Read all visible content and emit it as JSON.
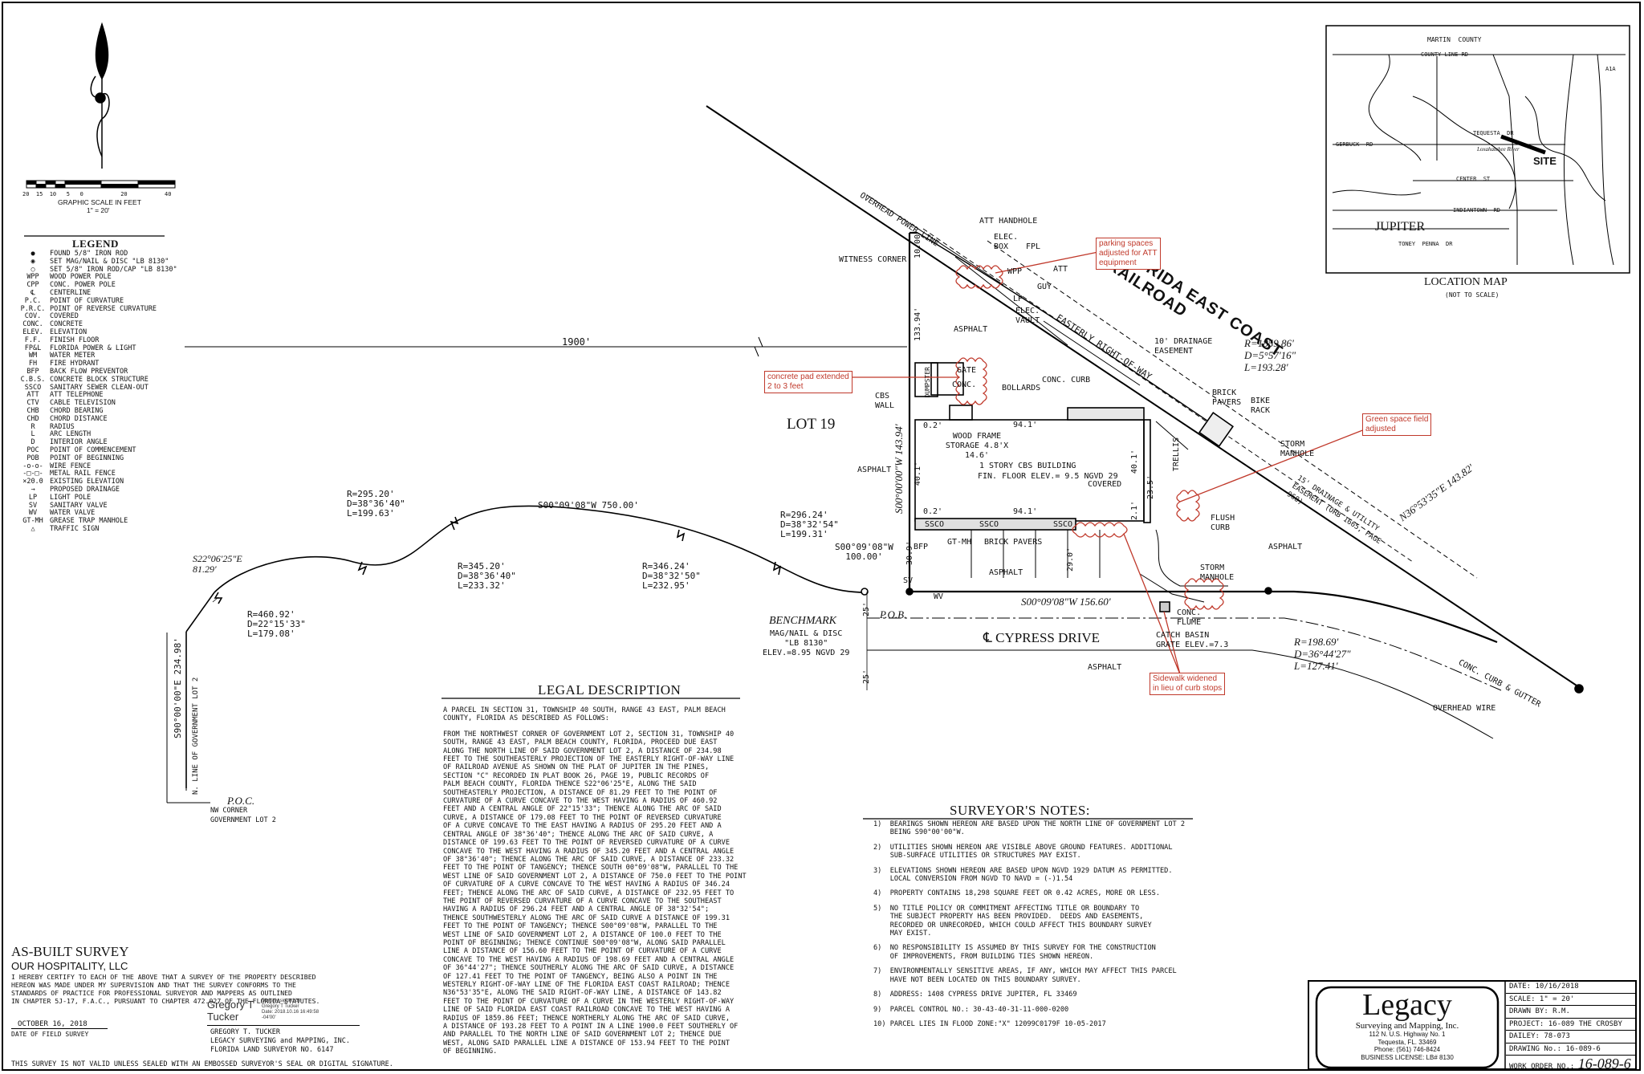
{
  "scale": {
    "ticks": "20  15  10   5   0           20           40",
    "title": "GRAPHIC SCALE IN FEET",
    "ratio": "1\" = 20'"
  },
  "legend": {
    "title": "LEGEND",
    "items": [
      {
        "sym": "●",
        "text": "FOUND 5/8\" IRON ROD"
      },
      {
        "sym": "◉",
        "text": "SET MAG/NAIL & DISC \"LB 8130\""
      },
      {
        "sym": "○",
        "text": "SET 5/8\" IRON ROD/CAP \"LB 8130\""
      },
      {
        "sym": "WPP",
        "text": "WOOD POWER POLE"
      },
      {
        "sym": "CPP",
        "text": "CONC. POWER POLE"
      },
      {
        "sym": "℄",
        "text": "CENTERLINE"
      },
      {
        "sym": "P.C.",
        "text": "POINT OF CURVATURE"
      },
      {
        "sym": "P.R.C.",
        "text": "POINT OF REVERSE CURVATURE"
      },
      {
        "sym": "COV.",
        "text": "COVERED"
      },
      {
        "sym": "CONC.",
        "text": "CONCRETE"
      },
      {
        "sym": "ELEV.",
        "text": "ELEVATION"
      },
      {
        "sym": "F.F.",
        "text": "FINISH FLOOR"
      },
      {
        "sym": "FP&L",
        "text": "FLORIDA POWER & LIGHT"
      },
      {
        "sym": "WM",
        "text": "WATER METER"
      },
      {
        "sym": "FH",
        "text": "FIRE HYDRANT"
      },
      {
        "sym": "BFP",
        "text": "BACK FLOW PREVENTOR"
      },
      {
        "sym": "C.B.S.",
        "text": "CONCRETE BLOCK STRUCTURE"
      },
      {
        "sym": "SSCO",
        "text": "SANITARY SEWER CLEAN-OUT"
      },
      {
        "sym": "ATT",
        "text": "ATT TELEPHONE"
      },
      {
        "sym": "CTV",
        "text": "CABLE TELEVISION"
      },
      {
        "sym": "CHB",
        "text": "CHORD BEARING"
      },
      {
        "sym": "CHD",
        "text": "CHORD DISTANCE"
      },
      {
        "sym": "R",
        "text": "RADIUS"
      },
      {
        "sym": "L",
        "text": "ARC LENGTH"
      },
      {
        "sym": "D",
        "text": "INTERIOR ANGLE"
      },
      {
        "sym": "POC",
        "text": "POINT OF COMMENCEMENT"
      },
      {
        "sym": "POB",
        "text": "POINT OF BEGINNING"
      },
      {
        "sym": "-o-o-",
        "text": "WIRE FENCE"
      },
      {
        "sym": "-□-□-",
        "text": "METAL RAIL FENCE"
      },
      {
        "sym": "×20.0",
        "text": "EXISTING ELEVATION"
      },
      {
        "sym": "→",
        "text": "PROPOSED DRAINAGE"
      },
      {
        "sym": "LP",
        "text": "LIGHT POLE"
      },
      {
        "sym": "SV",
        "text": "SANITARY VALVE"
      },
      {
        "sym": "WV",
        "text": "WATER VALVE"
      },
      {
        "sym": "GT-MH",
        "text": "GREASE TRAP MANHOLE"
      },
      {
        "sym": "△",
        "text": "TRAFFIC SIGN"
      }
    ]
  },
  "plan": {
    "distance_1900": "1900'",
    "lot": "LOT 19",
    "railroad": "FLORIDA EAST COAST RAILROAD",
    "row": "EASTERLY RIGHT-OF-WAY",
    "power_line": "OVERHEAD POWER LINE",
    "witness": "WITNESS CORNER",
    "att_handhole": "ATT HANDHOLE",
    "elec_box": "ELEC. BOX",
    "fpl": "FPL",
    "att": "ATT",
    "wpp": "WPP",
    "guy": "GUY",
    "lp": "LP",
    "elec_vault": "ELEC. VAULT",
    "asphalt": "ASPHALT",
    "drainage_easement": "10' DRAINAGE EASEMENT",
    "curve1": "R=1859.86'\nD=5°57'16\"\nL=193.28'",
    "conc_curb": "CONC. CURB",
    "brick_pavers": "BRICK PAVERS",
    "bike_rack": "BIKE RACK",
    "bollards": "BOLLARDS",
    "gate": "GATE",
    "conc": "CONC.",
    "dumpster": "DUMPSTER",
    "cbs_wall": "CBS WALL",
    "dim_941": "94.1'",
    "dim_02": "0.2'",
    "dim_401": "40.1'",
    "storage": "WOOD FRAME STORAGE 4.8'X 14.6'",
    "building": "1 STORY CBS BUILDING",
    "ffe": "FIN. FLOOR ELEV.= 9.5 NGVD 29",
    "covered": "COVERED",
    "trellis": "TRELLIS",
    "storm_manhole": "STORM MANHOLE",
    "util_easement": "15' DRAINAGE & UTILITY EASEMENT (ORB 1665, PAGE 968)",
    "east_line": "N36°53'35\"E 143.82'",
    "west_line": "S00°00'00\"W 143.94'",
    "dim_13394": "133.94'",
    "dim_1000": "10.00'",
    "sscos": "SSCO",
    "gt_mh": "GT-MH",
    "bfp": "BFP",
    "sv": "SV",
    "wv": "WV",
    "brick_pavers2": "BRICK PAVERS",
    "flush_curb": "FLUSH CURB",
    "storm_manhole2": "STORM MANHOLE",
    "conc_flume": "CONC. FLUME",
    "catch_basin": "CATCH BASIN\nGRATE ELEV.=7.3",
    "south_line": "S00°09'08\"W 156.60'",
    "pob": "P.O.B.",
    "s_100": "S00°09'08\"W\n100.00'",
    "road": "℄ CYPRESS DRIVE",
    "curve_road": "R=198.69'\nD=36°44'27\"\nL=127.41'",
    "curb_gutter": "CONC. CURB & GUTTER",
    "overhead_wire": "OVERHEAD WIRE",
    "dim_25a": "25'",
    "dim_25b": "25'",
    "benchmark": "BENCHMARK",
    "bm_detail": "MAG/NAIL & DISC\n\"LB 8130\"\nELEV.=8.95 NGVD 29",
    "c_29624": "R=296.24'\nD=38°32'54\"\nL=199.31'",
    "c_34624": "R=346.24'\nD=38°32'50\"\nL=232.95'",
    "c_34520": "R=345.20'\nD=38°36'40\"\nL=233.32'",
    "c_29520": "R=295.20'\nD=38°36'40\"\nL=199.63'",
    "c_46092": "R=460.92'\nD=22°15'33\"\nL=179.08'",
    "s_750": "S00°09'08\"W 750.00'",
    "s22": "S22°06'25\"E\n81.29'",
    "s90": "S90°00'00\"E 234.98'",
    "n_line": "N. LINE OF GOVERNMENT LOT 2",
    "poc": "P.O.C.",
    "poc_detail": "NW CORNER\nGOVERNMENT LOT 2",
    "dim_309": "30.9'",
    "dim_290": "29.0'",
    "dim_235": "23.5'",
    "dim_21": "2.1'"
  },
  "notes_red": {
    "parking": "parking spaces\nadjusted for ATT\nequipment",
    "pad": "concrete pad extended\n2 to 3 feet",
    "green": "Green space field\nadjusted",
    "sidewalk": "Sidewalk widened\nin lieu of curb stops"
  },
  "location_map": {
    "title": "LOCATION MAP",
    "subtitle": "(NOT TO SCALE)",
    "county": "MARTIN  COUNTY",
    "county_line": "COUNTY LINE RD",
    "tequesta": "TEQUESTA  DR",
    "gerbuck": "GERBUCK  RD",
    "center": "CENTER  ST",
    "indiantown": "INDIANTOWN  RD",
    "toney": "TONEY  PENNA  DR",
    "jupiter": "JUPITER",
    "site": "SITE",
    "a1a": "A1A",
    "river": "Loxahatchee  River"
  },
  "legal": {
    "title": "LEGAL DESCRIPTION",
    "intro": "A PARCEL IN SECTION 31, TOWNSHIP 40 SOUTH, RANGE 43 EAST, PALM BEACH\nCOUNTY, FLORIDA AS DESCRIBED AS FOLLOWS:",
    "body": "FROM THE NORTHWEST CORNER OF GOVERNMENT LOT 2, SECTION 31, TOWNSHIP 40\nSOUTH, RANGE 43 EAST, PALM BEACH COUNTY, FLORIDA, PROCEED DUE EAST\nALONG THE NORTH LINE OF SAID GOVERNMENT LOT 2, A DISTANCE OF 234.98\nFEET TO THE SOUTHEASTERLY PROJECTION OF THE EASTERLY RIGHT-OF-WAY LINE\nOF RAILROAD AVENUE AS SHOWN ON THE PLAT OF JUPITER IN THE PINES,\nSECTION \"C\" RECORDED IN PLAT BOOK 26, PAGE 19, PUBLIC RECORDS OF\nPALM BEACH COUNTY, FLORIDA THENCE S22°06'25\"E, ALONG THE SAID\nSOUTHEASTERLY PROJECTION, A DISTANCE OF 81.29 FEET TO THE POINT OF\nCURVATURE OF A CURVE CONCAVE TO THE WEST HAVING A RADIUS OF 460.92\nFEET AND A CENTRAL ANGLE OF 22°15'33\"; THENCE ALONG THE ARC OF SAID\nCURVE, A DISTANCE OF 179.08 FEET TO THE POINT OF REVERSED CURVATURE\nOF A CURVE CONCAVE TO THE EAST HAVING A RADIUS OF 295.20 FEET AND A\nCENTRAL ANGLE OF 38°36'40\"; THENCE ALONG THE ARC OF SAID CURVE, A\nDISTANCE OF 199.63 FEET TO THE POINT OF REVERSED CURVATURE OF A CURVE\nCONCAVE TO THE WEST HAVING A RADIUS OF 345.20 FEET AND A CENTRAL ANGLE\nOF 38°36'40\"; THENCE ALONG THE ARC OF SAID CURVE, A DISTANCE OF 233.32\nFEET TO THE POINT OF TANGENCY; THENCE SOUTH 00°09'08\"W, PARALLEL TO THE\nWEST LINE OF SAID GOVERNMENT LOT 2, A DISTANCE OF 750.0 FEET TO THE POINT\nOF CURVATURE OF A CURVE CONCAVE TO THE WEST HAVING A RADIUS OF 346.24\nFEET; THENCE ALONG THE ARC OF SAID CURVE, A DISTANCE OF 232.95 FEET TO\nTHE POINT OF REVERSED CURVATURE OF A CURVE CONCAVE TO THE SOUTHEAST\nHAVING A RADIUS OF 296.24 FEET AND A CENTRAL ANGLE OF 38°32'54\";\nTHENCE SOUTHWESTERLY ALONG THE ARC OF SAID CURVE A DISTANCE OF 199.31\nFEET TO THE POINT OF TANGENCY; THENCE S00°09'08\"W, PARALLEL TO THE\nWEST LINE OF SAID GOVERNMENT LOT 2, A DISTANCE OF 100.0 FEET TO THE\nPOINT OF BEGINNING; THENCE CONTINUE S00°09'08\"W, ALONG SAID PARALLEL\nLINE A DISTANCE OF 156.60 FEET TO THE POINT OF CURVATURE OF A CURVE\nCONCAVE TO THE WEST HAVING A RADIUS OF 198.69 FEET AND A CENTRAL ANGLE\nOF 36°44'27\"; THENCE SOUTHERLY ALONG THE ARC OF SAID CURVE, A DISTANCE\nOF 127.41 FEET TO THE POINT OF TANGENCY, BEING ALSO A POINT IN THE\nWESTERLY RIGHT-OF-WAY LINE OF THE FLORIDA EAST COAST RAILROAD; THENCE\nN36°53'35\"E, ALONG THE SAID RIGHT-OF-WAY LINE, A DISTANCE OF 143.82\nFEET TO THE POINT OF CURVATURE OF A CURVE IN THE WESTERLY RIGHT-OF-WAY\nLINE OF SAID FLORIDA EAST COAST RAILROAD CONCAVE TO THE WEST HAVING A\nRADIUS OF 1859.86 FEET; THENCE NORTHERLY ALONG THE ARC OF SAID CURVE,\nA DISTANCE OF 193.28 FEET TO A POINT IN A LINE 1900.0 FEET SOUTHERLY OF\nAND PARALLEL TO THE NORTH LINE OF SAID GOVERNMENT LOT 2; THENCE DUE\nWEST, ALONG SAID PARALLEL LINE A DISTANCE OF 153.94 FEET TO THE POINT\nOF BEGINNING."
  },
  "surveyor_notes": {
    "title": "SURVEYOR'S NOTES:",
    "items": [
      "1)  BEARINGS SHOWN HEREON ARE BASED UPON THE NORTH LINE OF GOVERNMENT LOT 2\n    BEING S90°00'00\"W.",
      "2)  UTILITIES SHOWN HEREON ARE VISIBLE ABOVE GROUND FEATURES. ADDITIONAL\n    SUB-SURFACE UTILITIES OR STRUCTURES MAY EXIST.",
      "3)  ELEVATIONS SHOWN HEREON ARE BASED UPON NGVD 1929 DATUM AS PERMITTED.\n    LOCAL CONVERSION FROM NGVD TO NAVD = (-)1.54",
      "4)  PROPERTY CONTAINS 18,298 SQUARE FEET OR 0.42 ACRES, MORE OR LESS.",
      "5)  NO TITLE POLICY OR COMMITMENT AFFECTING TITLE OR BOUNDARY TO\n    THE SUBJECT PROPERTY HAS BEEN PROVIDED.  DEEDS AND EASEMENTS,\n    RECORDED OR UNRECORDED, WHICH COULD AFFECT THIS BOUNDARY SURVEY\n    MAY EXIST.",
      "6)  NO RESPONSIBILITY IS ASSUMED BY THIS SURVEY FOR THE CONSTRUCTION\n    OF IMPROVEMENTS, FROM BUILDING TIES SHOWN HEREON.",
      "7)  ENVIRONMENTALLY SENSITIVE AREAS, IF ANY, WHICH MAY AFFECT THIS PARCEL\n    HAVE NOT BEEN LOCATED ON THIS BOUNDARY SURVEY.",
      "8)  ADDRESS: 1408 CYPRESS DRIVE JUPITER, FL 33469",
      "9)  PARCEL CONTROL NO.: 30-43-40-31-11-000-0200",
      "10) PARCEL LIES IN FLOOD ZONE:\"X\" 12099C0179F 10-05-2017"
    ]
  },
  "certification": {
    "title": "AS-BUILT SURVEY",
    "client": "OUR HOSPITALITY, LLC",
    "text": "I HEREBY CERTIFY TO EACH OF THE ABOVE THAT A SURVEY OF THE PROPERTY DESCRIBED\nHEREON WAS MADE UNDER MY SUPERVISION AND THAT THE SURVEY CONFORMS TO THE\nSTANDARDS OF PRACTICE FOR PROFESSIONAL SURVEYOR AND MAPPERS AS OUTLINED\nIN CHAPTER 5J-17, F.A.C., PURSUANT TO CHAPTER 472.027 OF THE FLORIDA STATUTES.",
    "date": "OCTOBER 16, 2018",
    "date_label": "DATE OF FIELD SURVEY",
    "sig_name": "Gregory T\nTucker",
    "sig_digital": "Digitally signed by\nGregory T Tucker\nDate: 2018.10.16 16:49:58\n-04'00'",
    "surveyor": "GREGORY T. TUCKER",
    "company": "LEGACY SURVEYING and MAPPING, INC.",
    "license": "FLORIDA LAND SURVEYOR NO. 6147",
    "disclaimer": "THIS SURVEY IS NOT VALID UNLESS SEALED WITH AN EMBOSSED SURVEYOR'S SEAL OR DIGITAL SIGNATURE."
  },
  "logo": {
    "name": "Legacy",
    "tag": "Surveying and Mapping, Inc.",
    "address": "112 N. U.S. Highway No. 1",
    "city": "Tequesta, FL. 33469",
    "phone": "Phone: (561) 746-8424",
    "license": "BUSINESS LICENSE: LB# 8130"
  },
  "title_block": {
    "date": "DATE:   10/16/2018",
    "scale": "SCALE:   1\" = 20'",
    "drawn": "DRAWN BY:  R.M.",
    "project": "PROJECT: 16-089 THE CROSBY",
    "daily": "DAILEY:   78-073",
    "drawing": "DRAWING No.: 16-089-6",
    "work_label": "WORK ORDER NO.:",
    "work_no": "16-089-6"
  }
}
